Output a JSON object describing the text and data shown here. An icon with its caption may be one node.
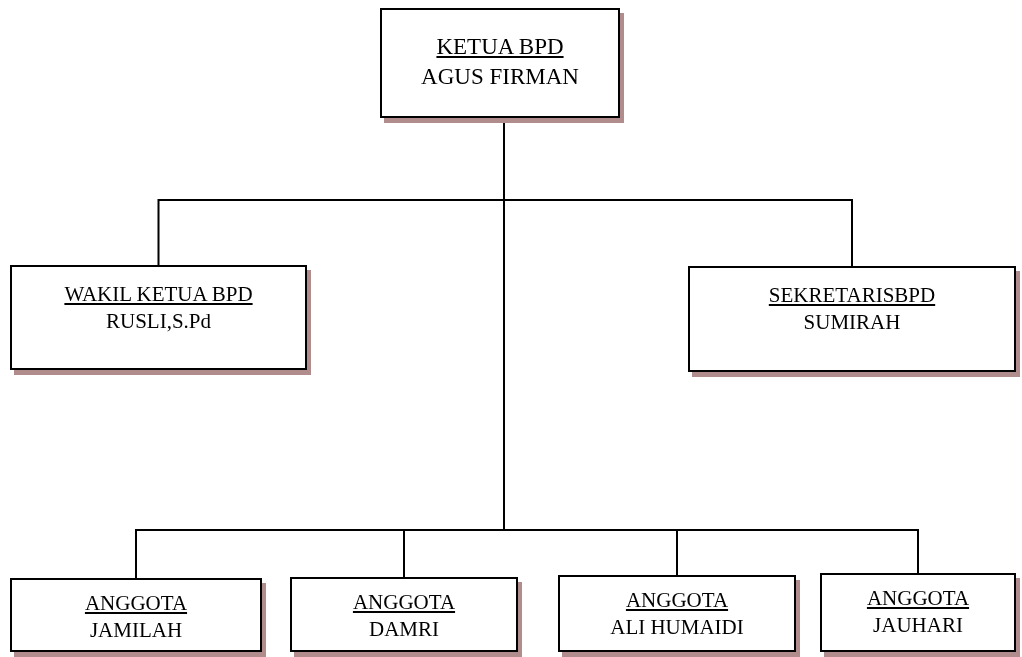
{
  "diagram": {
    "nodes": [
      {
        "text": [
          "KETUA BPD",
          "AGUS FIRMAN"
        ]
      },
      {
        "text": [
          "WAKIL KETUA BPD",
          "RUSLI,S.Pd"
        ]
      },
      {
        "text": [
          "SEKRETARISBPD",
          "SUMIRAH"
        ]
      },
      {
        "text": [
          "ANGGOTA",
          "JAMILAH"
        ]
      },
      {
        "text": [
          "ANGGOTA",
          "DAMRI"
        ]
      },
      {
        "text": [
          "ANGGOTA",
          "ALI HUMAIDI"
        ]
      },
      {
        "text": [
          "ANGGOTA",
          "JAUHARI"
        ]
      }
    ],
    "edges": [
      {
        "from": 0,
        "to": 1,
        "arrow": "none"
      },
      {
        "from": 0,
        "to": 2,
        "arrow": "none"
      },
      {
        "from": 0,
        "to": 3,
        "arrow": "none"
      },
      {
        "from": 0,
        "to": 4,
        "arrow": "none"
      },
      {
        "from": 0,
        "to": 5,
        "arrow": "none"
      },
      {
        "from": 0,
        "to": 6,
        "arrow": "none"
      }
    ]
  }
}
